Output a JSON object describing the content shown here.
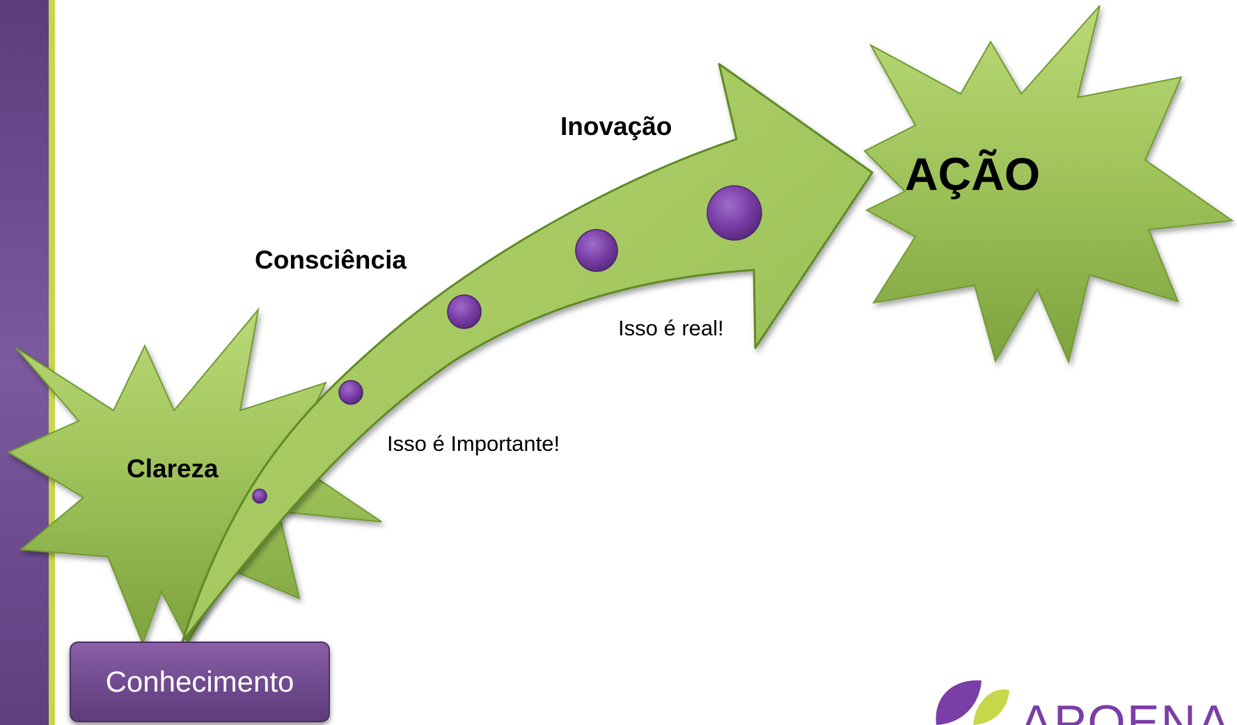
{
  "diagram": {
    "stages": {
      "clarity": "Clareza",
      "awareness": "Consciência",
      "innovation": "Inovação",
      "action": "AÇÃO"
    },
    "captions": {
      "important": "Isso é Importante!",
      "real": "Isso é real!"
    },
    "base_label": "Conhecimento",
    "colors": {
      "sidebar_purple": "#6a4a8c",
      "sidebar_accent": "#c6d84a",
      "star_green": "#9ec25a",
      "dot_purple": "#7a3ea6",
      "box_purple": "#6f4a8e"
    }
  },
  "logo": {
    "text": "APOENA"
  }
}
